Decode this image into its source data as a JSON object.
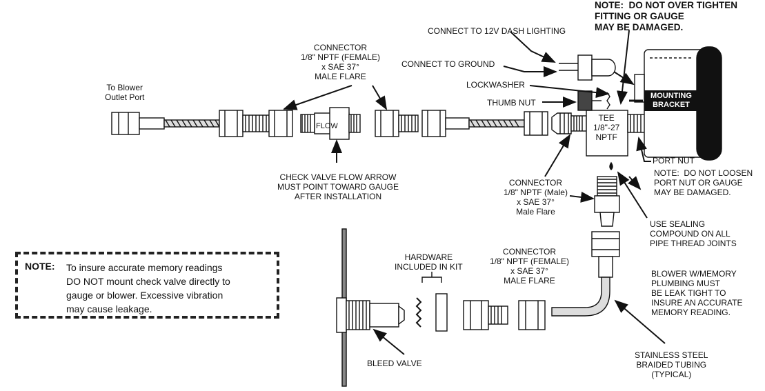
{
  "labels": {
    "note_tighten": "NOTE:  DO NOT OVER TIGHTEN\nFITTING OR GAUGE\nMAY BE DAMAGED.",
    "dash_lighting": "CONNECT TO 12V DASH LIGHTING",
    "ground": "CONNECT TO GROUND",
    "lockwasher": "LOCKWASHER",
    "thumb_nut": "THUMB NUT",
    "mounting_bracket": "MOUNTING\nBRACKET",
    "to_blower": "To Blower\nOutlet Port",
    "connector_top": "CONNECTOR\n1/8\" NPTF (FEMALE)\nx SAE 37°\nMALE FLARE",
    "flow": "FLOW",
    "tee": "TEE\n1/8\"-27\nNPTF",
    "port_nut": "PORT NUT",
    "note_loosen": "NOTE:  DO NOT LOOSEN\nPORT NUT OR GAUGE\nMAY BE DAMAGED.",
    "check_valve": "CHECK VALVE FLOW ARROW\nMUST POINT TOWARD GAUGE\nAFTER INSTALLATION",
    "connector_male": "CONNECTOR\n1/8\" NPTF (Male)\nx SAE 37°\nMale Flare",
    "sealing": "USE SEALING\nCOMPOUND ON ALL\nPIPE THREAD JOINTS",
    "hardware": "HARDWARE\nINCLUDED IN KIT",
    "connector_bottom": "CONNECTOR\n1/8\" NPTF (FEMALE)\nx SAE 37°\nMALE FLARE",
    "blower_memory": "BLOWER W/MEMORY\nPLUMBING MUST\nBE LEAK TIGHT TO\nINSURE AN ACCURATE\nMEMORY READING.",
    "bleed_valve": "BLEED VALVE",
    "stainless": "STAINLESS STEEL\nBRAIDED TUBING\n(TYPICAL)"
  },
  "note": {
    "tag": "NOTE:",
    "text": "To insure accurate memory readings\nDO NOT mount check valve directly to\ngauge or blower. Excessive vibration\nmay cause leakage."
  }
}
